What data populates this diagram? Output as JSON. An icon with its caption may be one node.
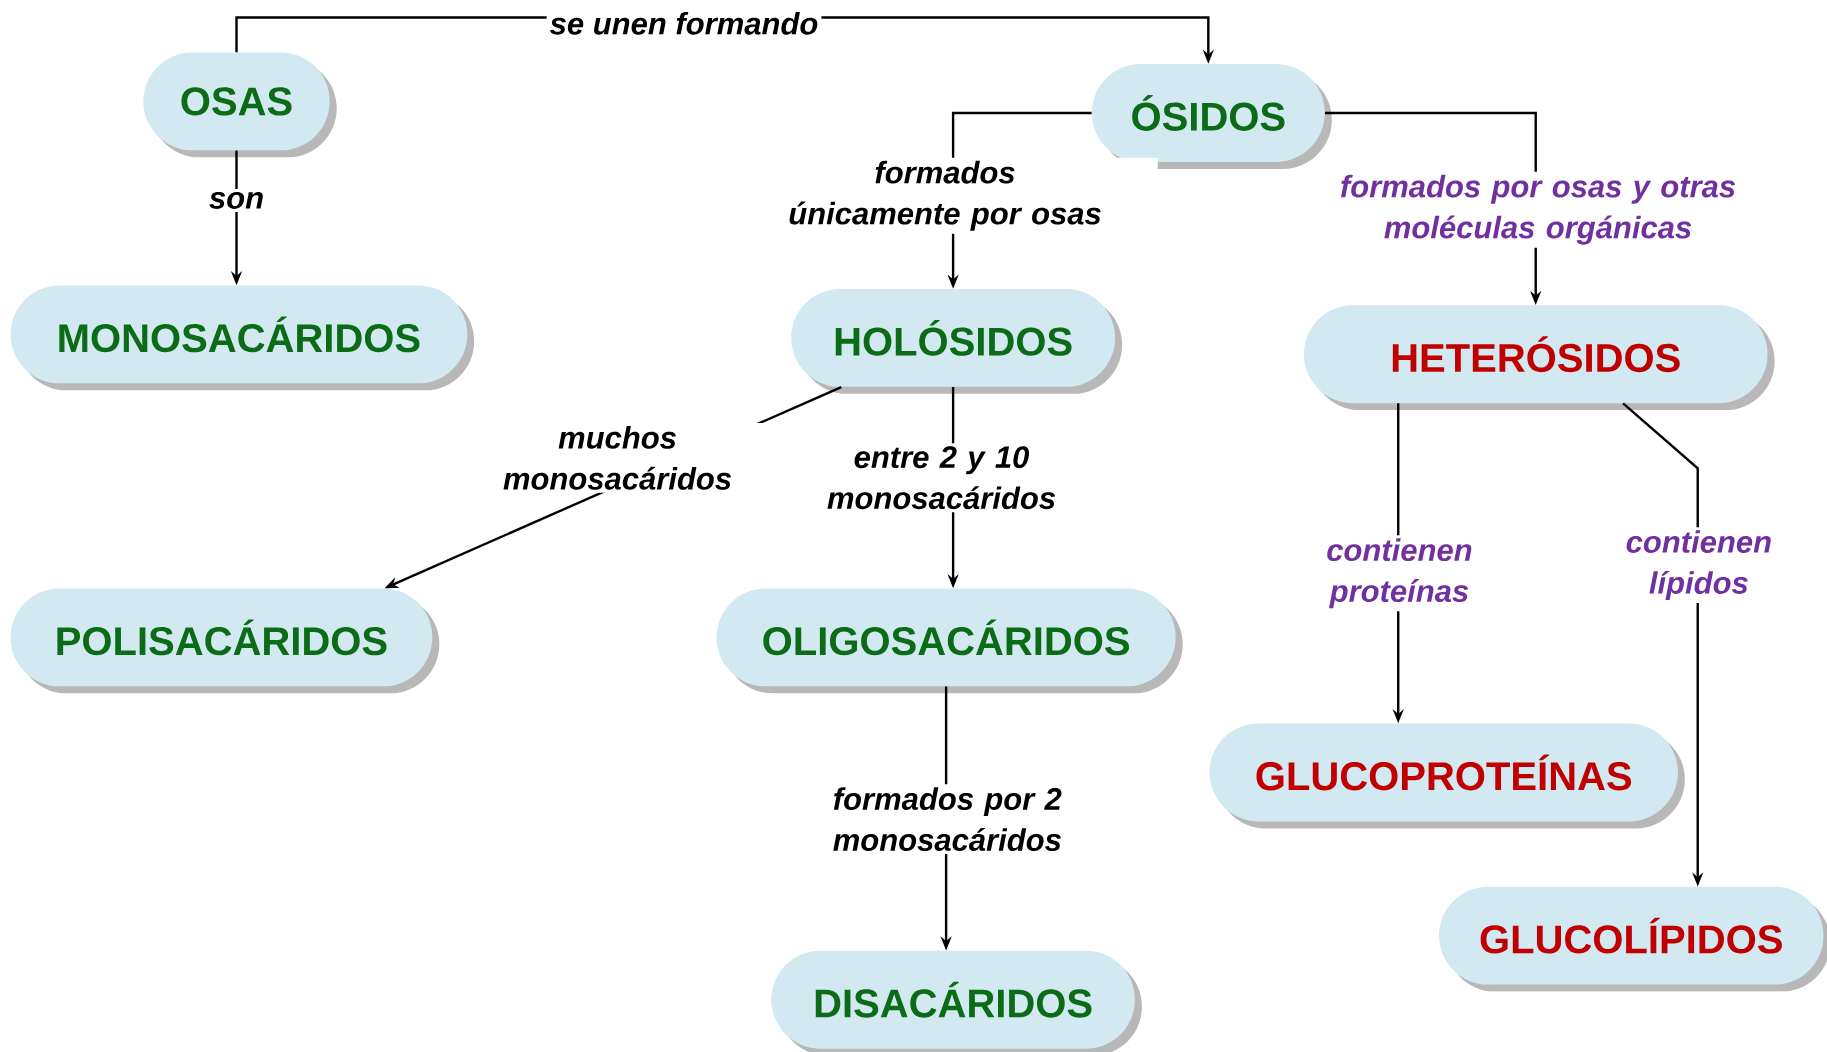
{
  "diagram": {
    "nodes": [
      {
        "text": [
          "OSAS"
        ]
      },
      {
        "text": [
          "ÓSIDOS"
        ]
      },
      {
        "text": [
          "MONOSACÁRIDOS"
        ]
      },
      {
        "text": [
          "HOLÓSIDOS"
        ]
      },
      {
        "text": [
          "HETERÓSIDOS"
        ]
      },
      {
        "text": [
          "POLISACÁRIDOS"
        ]
      },
      {
        "text": [
          "OLIGOSACÁRIDOS"
        ]
      },
      {
        "text": [
          "GLUCOPROTEÍNAS"
        ]
      },
      {
        "text": [
          "GLUCOLÍPIDOS"
        ]
      },
      {
        "text": [
          "DISACÁRIDOS"
        ]
      }
    ],
    "edges": [
      {
        "from": 0,
        "to": 1,
        "arrow": "to",
        "label": "se unen formando"
      },
      {
        "from": 0,
        "to": 2,
        "arrow": "to",
        "label": "son"
      },
      {
        "from": 1,
        "to": 3,
        "arrow": "to",
        "label": "formados únicamente por osas"
      },
      {
        "from": 1,
        "to": 4,
        "arrow": "to",
        "label": "formados por osas y otras moléculas orgánicas"
      },
      {
        "from": 3,
        "to": 5,
        "arrow": "to",
        "label": "muchos monosacáridos"
      },
      {
        "from": 3,
        "to": 6,
        "arrow": "to",
        "label": "entre 2 y 10 monosacáridos"
      },
      {
        "from": 4,
        "to": 7,
        "arrow": "to",
        "label": "contienen proteínas"
      },
      {
        "from": 4,
        "to": 8,
        "arrow": "to",
        "label": "contienen lípidos"
      },
      {
        "from": 6,
        "to": 9,
        "arrow": "to",
        "label": "formados por 2 monosacáridos"
      }
    ]
  }
}
